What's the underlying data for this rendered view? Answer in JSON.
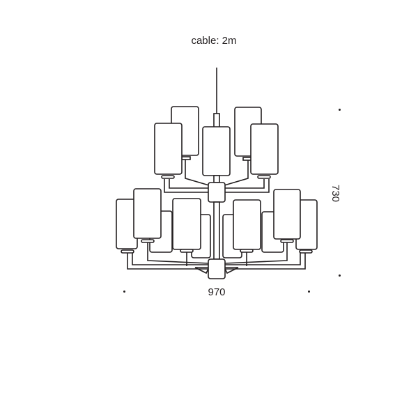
{
  "labels": {
    "cable": "cable: 2m",
    "height": "730",
    "width": "970"
  },
  "colors": {
    "line": "#231f20",
    "background": "#ffffff"
  }
}
